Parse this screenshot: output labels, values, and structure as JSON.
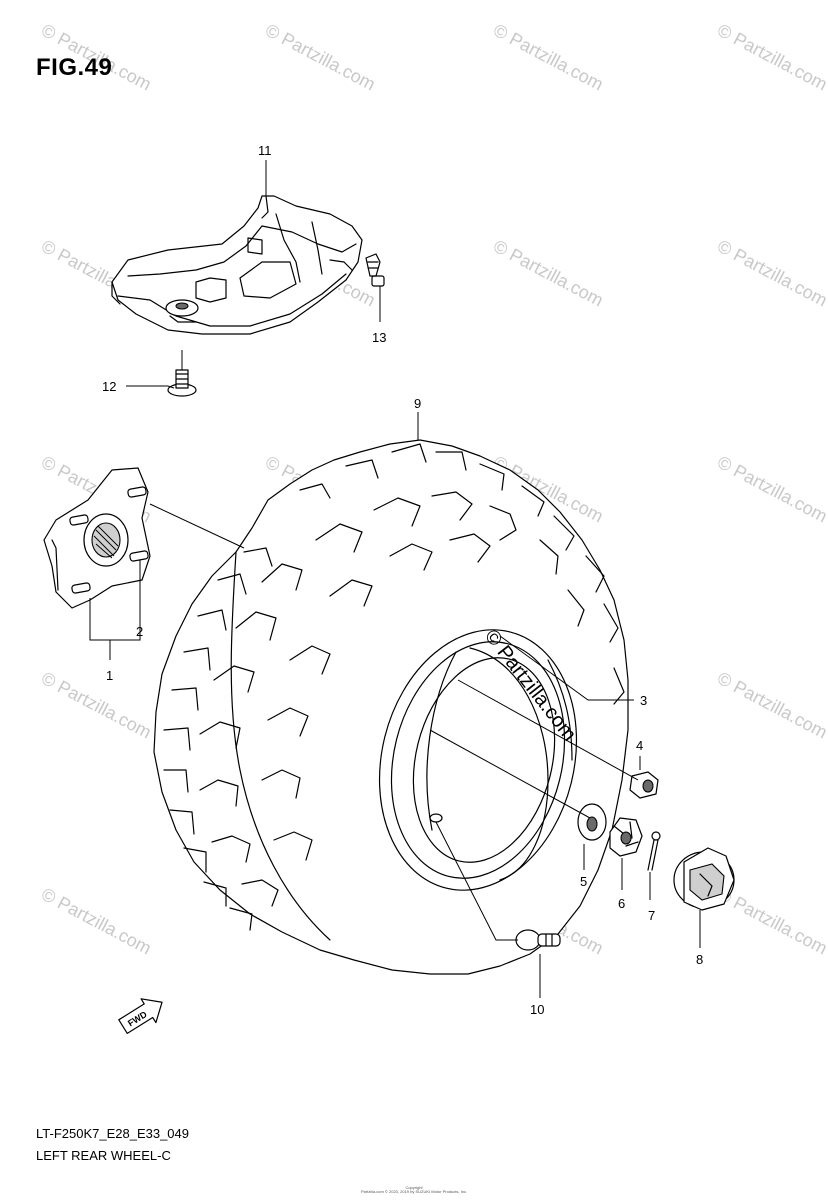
{
  "figure": {
    "title": "FIG.49",
    "code": "LT-F250K7_E28_E33_049",
    "name": "LEFT REAR WHEEL-C"
  },
  "callouts": [
    "1",
    "2",
    "3",
    "4",
    "5",
    "6",
    "7",
    "8",
    "9",
    "10",
    "11",
    "12",
    "13"
  ],
  "watermark": {
    "text": "© Partzilla.com",
    "main": "© Partzilla.com"
  },
  "stamp": {
    "fwd": "FWD"
  },
  "copyright": {
    "line1": "Copyright",
    "line2": "Partzilla.com © 2023, 2019 by SUZUKI Motor Products, Inc."
  }
}
